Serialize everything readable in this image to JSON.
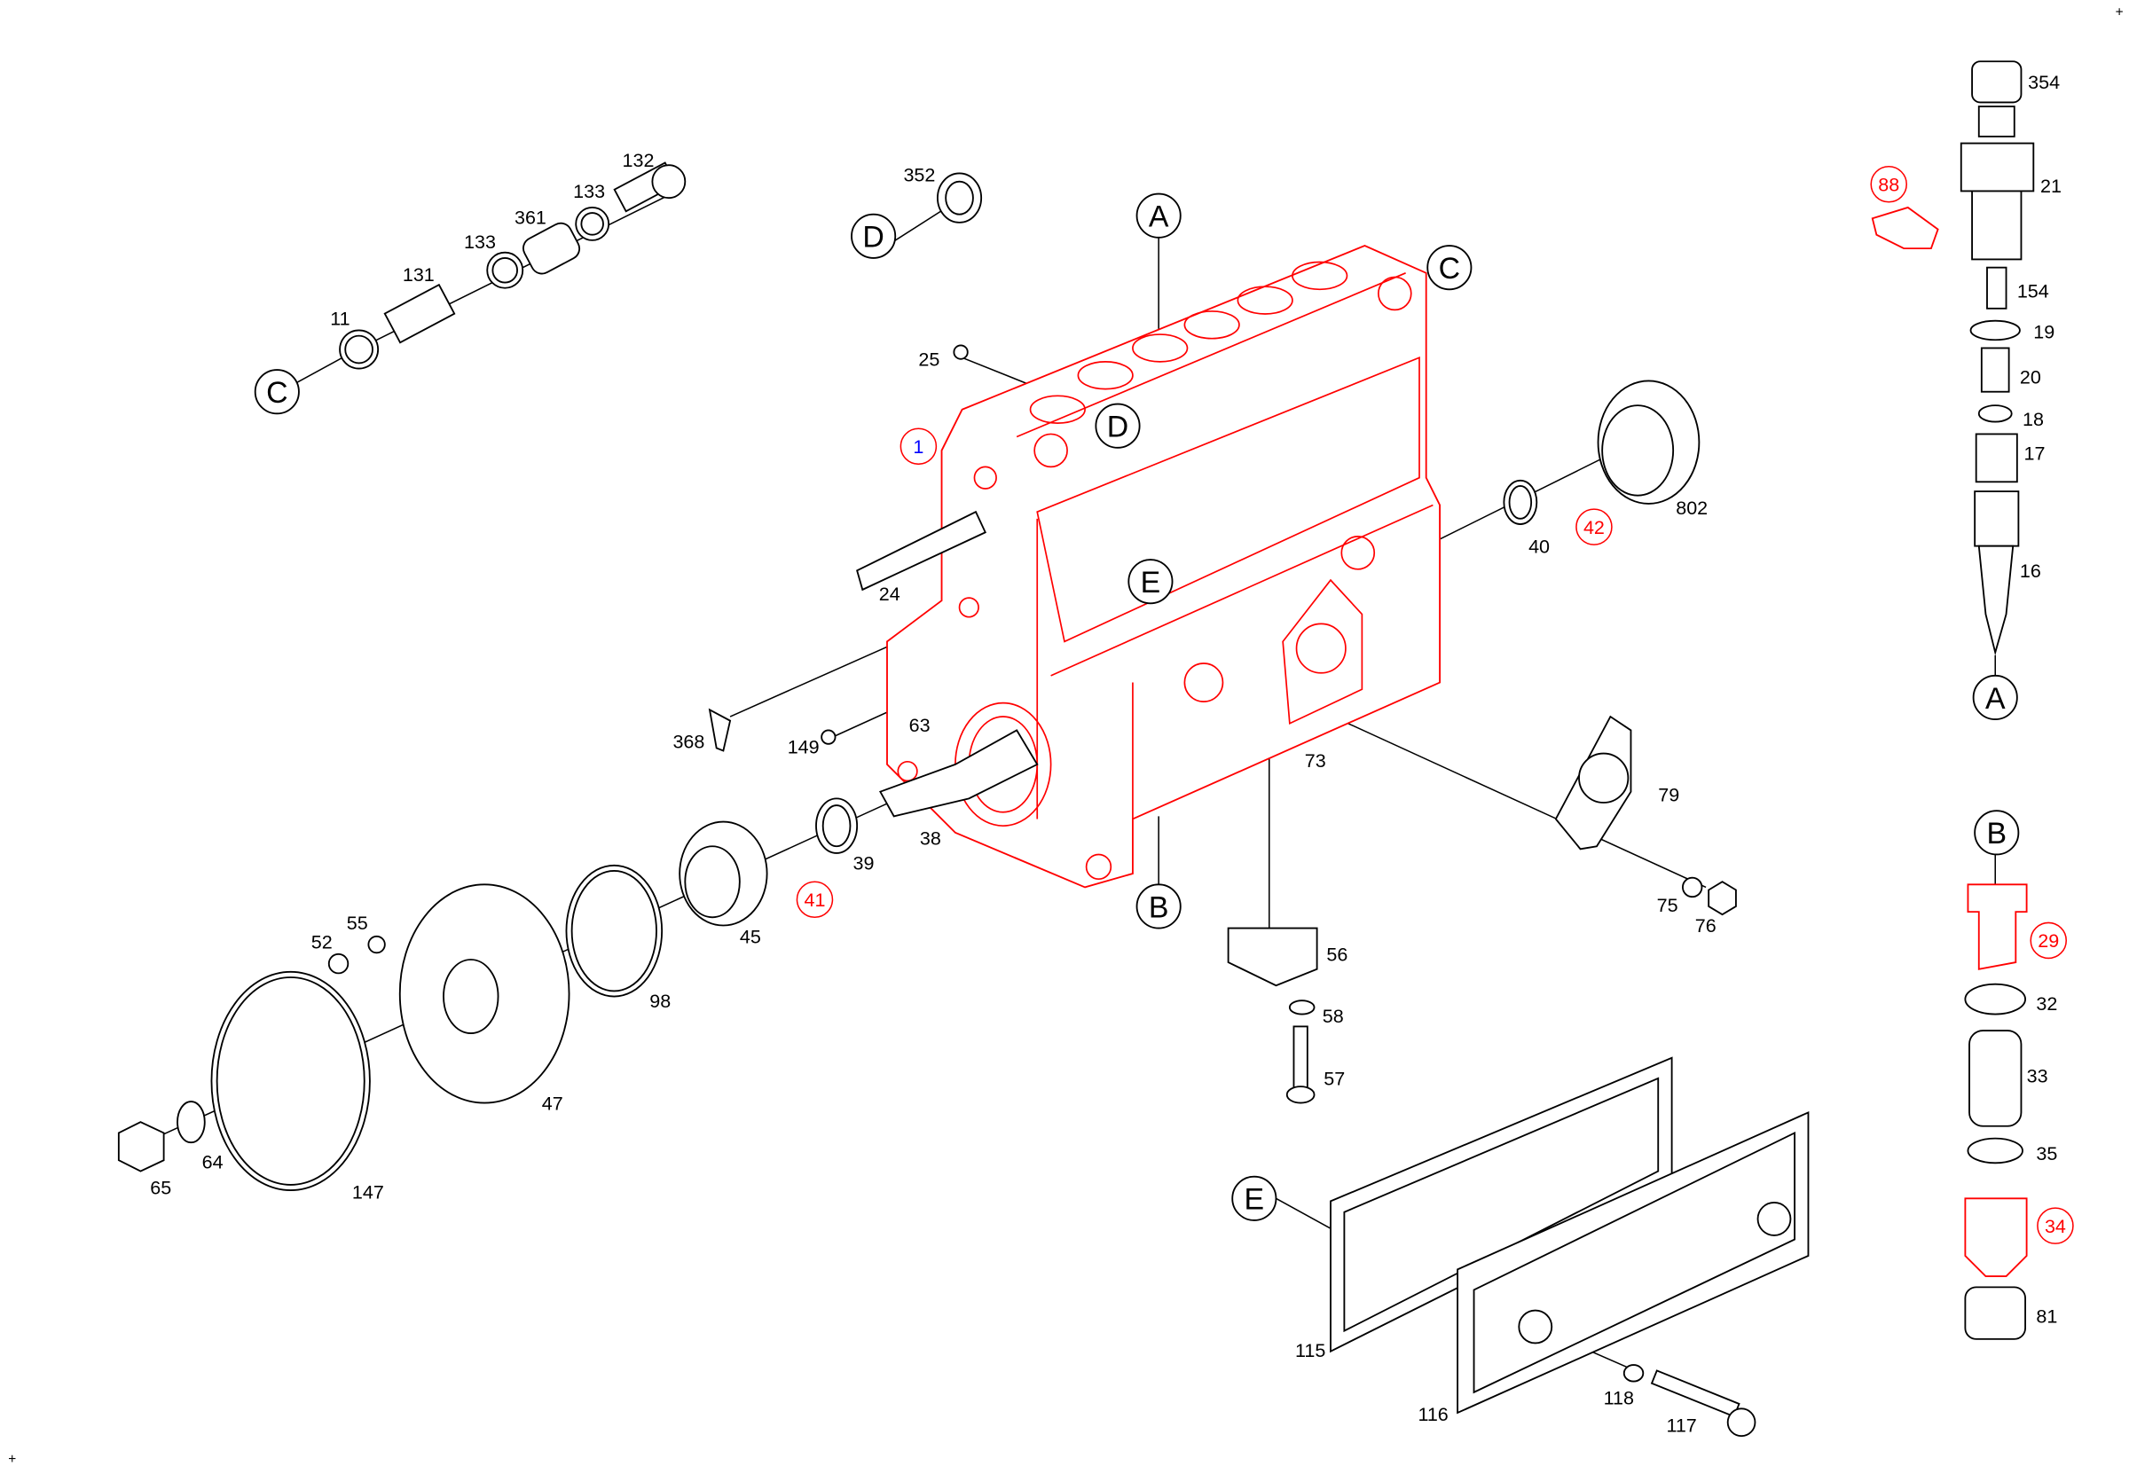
{
  "diagram": {
    "colors": {
      "highlight": "#ff0000",
      "line": "#000000",
      "index": "#0000ff"
    },
    "part_labels": [
      {
        "text": "354",
        "style": "black"
      },
      {
        "text": "21",
        "style": "black"
      },
      {
        "text": "154",
        "style": "black"
      },
      {
        "text": "19",
        "style": "black"
      },
      {
        "text": "20",
        "style": "black"
      },
      {
        "text": "18",
        "style": "black"
      },
      {
        "text": "17",
        "style": "black"
      },
      {
        "text": "16",
        "style": "black"
      },
      {
        "text": "132",
        "style": "black"
      },
      {
        "text": "133",
        "style": "black"
      },
      {
        "text": "361",
        "style": "black"
      },
      {
        "text": "133",
        "style": "black"
      },
      {
        "text": "131",
        "style": "black"
      },
      {
        "text": "11",
        "style": "black"
      },
      {
        "text": "352",
        "style": "black"
      },
      {
        "text": "25",
        "style": "black"
      },
      {
        "text": "24",
        "style": "black"
      },
      {
        "text": "802",
        "style": "black"
      },
      {
        "text": "40",
        "style": "black"
      },
      {
        "text": "368",
        "style": "black"
      },
      {
        "text": "149",
        "style": "black"
      },
      {
        "text": "63",
        "style": "black"
      },
      {
        "text": "38",
        "style": "black"
      },
      {
        "text": "39",
        "style": "black"
      },
      {
        "text": "73",
        "style": "black"
      },
      {
        "text": "79",
        "style": "black"
      },
      {
        "text": "75",
        "style": "black"
      },
      {
        "text": "76",
        "style": "black"
      },
      {
        "text": "56",
        "style": "black"
      },
      {
        "text": "58",
        "style": "black"
      },
      {
        "text": "57",
        "style": "black"
      },
      {
        "text": "45",
        "style": "black"
      },
      {
        "text": "98",
        "style": "black"
      },
      {
        "text": "52",
        "style": "black"
      },
      {
        "text": "55",
        "style": "black"
      },
      {
        "text": "47",
        "style": "black"
      },
      {
        "text": "64",
        "style": "black"
      },
      {
        "text": "65",
        "style": "black"
      },
      {
        "text": "147",
        "style": "black"
      },
      {
        "text": "115",
        "style": "black"
      },
      {
        "text": "116",
        "style": "black"
      },
      {
        "text": "118",
        "style": "black"
      },
      {
        "text": "117",
        "style": "black"
      },
      {
        "text": "32",
        "style": "black"
      },
      {
        "text": "33",
        "style": "black"
      },
      {
        "text": "35",
        "style": "black"
      },
      {
        "text": "81",
        "style": "black"
      },
      {
        "text": "88",
        "style": "red"
      },
      {
        "text": "42",
        "style": "red"
      },
      {
        "text": "41",
        "style": "red"
      },
      {
        "text": "29",
        "style": "red"
      },
      {
        "text": "34",
        "style": "red"
      },
      {
        "text": "1",
        "style": "blue"
      }
    ],
    "reference_markers": [
      "A",
      "C",
      "D",
      "D",
      "E",
      "C",
      "B",
      "A",
      "B",
      "E"
    ],
    "corner_marks": [
      "+",
      "+"
    ]
  }
}
